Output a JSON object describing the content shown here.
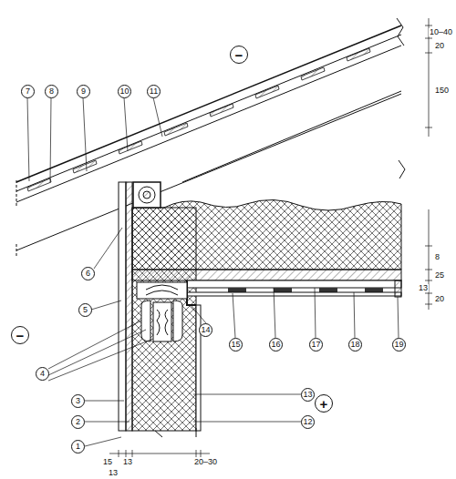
{
  "diagram": {
    "labels": [
      "−",
      "7",
      "8",
      "9",
      "10",
      "11",
      "6",
      "5",
      "4",
      "−",
      "3",
      "2",
      "1",
      "14",
      "15",
      "16",
      "17",
      "18",
      "19",
      "13",
      "12",
      "+",
      "10–40",
      "20",
      "150",
      "8",
      "25",
      "13",
      "20",
      "15",
      "13",
      "20–30",
      "13"
    ]
  }
}
